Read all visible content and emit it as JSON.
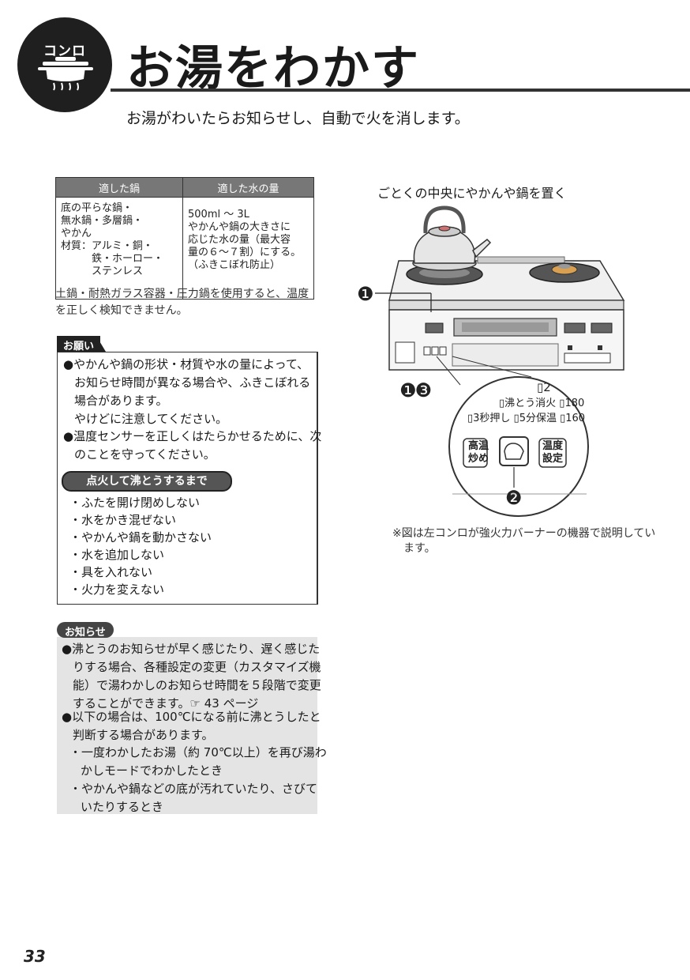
{
  "header": {
    "badge_label": "コンロ",
    "title": "お湯をわかす",
    "subtitle": "お湯がわいたらお知らせし、自動で火を消します。"
  },
  "table": {
    "headers": [
      "適した鍋",
      "適した水の量"
    ],
    "col1_lines": [
      "底の平らな鍋・",
      "無水鍋・多層鍋・",
      "やかん",
      "材質：アルミ・銅・",
      "　　　鉄・ホーロー・",
      "　　　ステンレス"
    ],
    "col2_lines": [
      "500ml ～ 3L",
      "やかんや鍋の大きさに",
      "応じた水の量（最大容",
      "量の６～７割）にする。",
      "（ふきこぼれ防止）"
    ]
  },
  "table_note": "土鍋・耐熱ガラス容器・圧力鍋を使用すると、温度を正しく検知できません。",
  "onegai": {
    "tag": "お願い",
    "bullet1": "●やかんや鍋の形状・材質や水の量によって、お知らせ時間が異なる場合や、ふきこぼれる場合があります。",
    "bullet1_extra": "やけどに注意してください。",
    "bullet2": "●温度センサーを正しくはたらかせるために、次のことを守ってください。",
    "ignite_label": "点火して沸とうするまで",
    "ignite_items": [
      "・ふたを開け閉めしない",
      "・水をかき混ぜない",
      "・やかんや鍋を動かさない",
      "・水を追加しない",
      "・具を入れない",
      "・火力を変えない"
    ]
  },
  "oshirase": {
    "tag": "お知らせ",
    "bullet1": "●沸とうのお知らせが早く感じたり、遅く感じたりする場合、各種設定の変更（カスタマイズ機能）で湯わかしのお知らせ時間を５段階で変更することができます。☞ 43 ページ",
    "bullet2": "●以下の場合は、100℃になる前に沸とうしたと判断する場合があります。",
    "sub1": "・一度わかしたお湯（約 70℃以上）を再び湯わかしモードでわかしたとき",
    "sub2": "・やかんや鍋などの底が汚れていたり、さびていたりするとき"
  },
  "illustration": {
    "caption": "ごとくの中央にやかんや鍋を置く",
    "marker1": "❶",
    "marker13": "❶❸",
    "marker2": "❷",
    "zoom_row1": "▯沸とう消火 ▯180",
    "zoom_row2": "▯3秒押し ▯5分保温 ▯160",
    "zoom_top": "▯2",
    "btn_left": [
      "高温",
      "炒め"
    ],
    "btn_right": [
      "温度",
      "設定"
    ]
  },
  "figure_note": "※図は左コンロが強火力バーナーの機器で説明しています。",
  "page_number": "33"
}
